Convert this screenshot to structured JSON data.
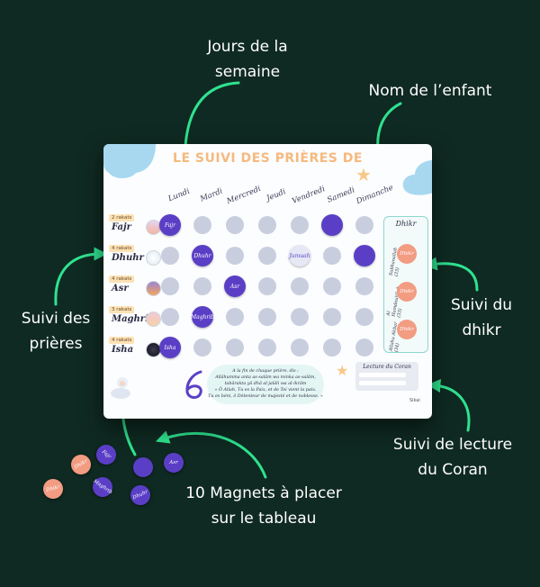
{
  "callouts": {
    "jours": [
      "Jours de la",
      "semaine"
    ],
    "nom": "Nom de l’enfant",
    "suivi_prieres": [
      "Suivi des",
      "prières"
    ],
    "suivi_dhikr": [
      "Suivi du",
      "dhikr"
    ],
    "suivi_coran": [
      "Suivi de lecture",
      "du Coran"
    ],
    "magnets": [
      "10 Magnets à placer",
      "sur le tableau"
    ]
  },
  "board": {
    "title": "LE SUIVI DES PRIÈRES DE",
    "days": [
      "Lundi",
      "Mardi",
      "Mercredi",
      "Jeudi",
      "Vendredi",
      "Samedi",
      "Dimanche"
    ],
    "prayers": [
      {
        "tag": "2 rakats",
        "name": "Fajr"
      },
      {
        "tag": "4 rakats",
        "name": "Dhuhr"
      },
      {
        "tag": "4 rakats",
        "name": "Asr"
      },
      {
        "tag": "3 rakats",
        "name": "Maghrib"
      },
      {
        "tag": "4 rakats",
        "name": "Isha"
      }
    ],
    "grid_magnets": [
      {
        "row": 0,
        "col": 0,
        "label": "Fajr",
        "color": "#5a3fc6"
      },
      {
        "row": 0,
        "col": 5,
        "label": "",
        "color": "#5a3fc6"
      },
      {
        "row": 1,
        "col": 1,
        "label": "Dhuhr",
        "color": "#5a3fc6"
      },
      {
        "row": 1,
        "col": 4,
        "label": "Jumuah",
        "color": "#e6e8f5"
      },
      {
        "row": 1,
        "col": 6,
        "label": "",
        "color": "#5a3fc6"
      },
      {
        "row": 2,
        "col": 2,
        "label": "Asr",
        "color": "#5a3fc6"
      },
      {
        "row": 3,
        "col": 1,
        "label": "Maghrib",
        "color": "#5a3fc6"
      },
      {
        "row": 4,
        "col": 0,
        "label": "Isha",
        "color": "#5a3fc6"
      }
    ],
    "dhikr": {
      "title": "Dhikr",
      "phrases": [
        "Subhanallah (33)",
        "Al Hamdoulillah (33)",
        "Allahu Akbar (34)"
      ],
      "dot_label": "Dhikr"
    },
    "dua": [
      "A la fin de chaque prière, dis :",
      "Allâhumma anta as-salâm wa minka as-salâm,",
      "tabârakta yâ dhâ al-jalâli wa al-ikrâm",
      "« Ô Allah, Tu es la Paix, et de Toi vient la paix.",
      "Tu es béni, ô Détenteur de majesté et de noblesse. »"
    ],
    "quran_title": "Lecture du Coran",
    "brand": "Sikai"
  },
  "loose_magnets": [
    {
      "label": "Dhikr",
      "color": "#f29c82"
    },
    {
      "label": "Fajr",
      "color": "#5a3fc6"
    },
    {
      "label": "",
      "color": "#5a3fc6"
    },
    {
      "label": "Asr",
      "color": "#5a3fc6"
    },
    {
      "label": "Dhikr",
      "color": "#f29c82"
    },
    {
      "label": "Maghrib",
      "color": "#5a3fc6"
    },
    {
      "label": "Dhuhr",
      "color": "#5a3fc6"
    }
  ],
  "colors": {
    "background": "#0f2a22",
    "arrow": "#2fe28f",
    "accent_purple": "#5a3fc6",
    "accent_peach": "#f29c82",
    "empty_cell": "#c9cedf"
  }
}
